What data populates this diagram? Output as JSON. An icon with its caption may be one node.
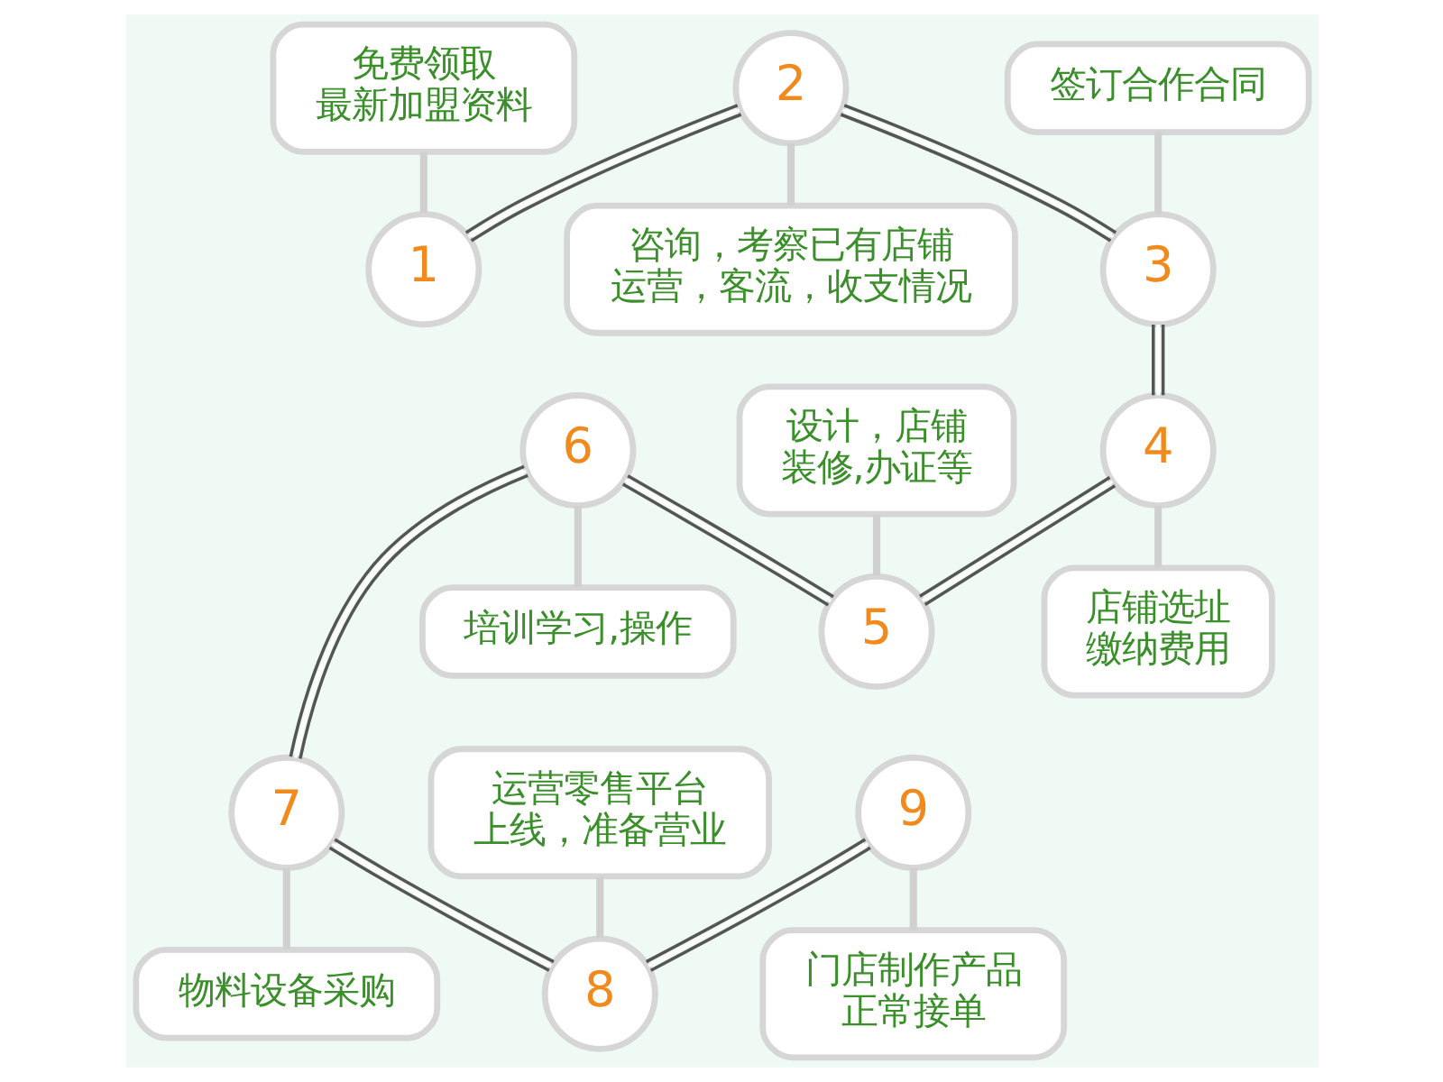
{
  "diagram": {
    "nodes": [
      {
        "text": [
          "1"
        ]
      },
      {
        "text": [
          "免费领取最新加盟资料"
        ]
      },
      {
        "text": [
          "2"
        ]
      },
      {
        "text": [
          "咨询，考察已有店铺运营，客流，收支情况"
        ]
      },
      {
        "text": [
          "3"
        ]
      },
      {
        "text": [
          "签订合作合同"
        ]
      },
      {
        "text": [
          "4"
        ]
      },
      {
        "text": [
          "店铺选址缴纳费用"
        ]
      },
      {
        "text": [
          "5"
        ]
      },
      {
        "text": [
          "设计，店铺装修,办证等"
        ]
      },
      {
        "text": [
          "6"
        ]
      },
      {
        "text": [
          "培训学习,操作"
        ]
      },
      {
        "text": [
          "7"
        ]
      },
      {
        "text": [
          "物料设备采购"
        ]
      },
      {
        "text": [
          "8"
        ]
      },
      {
        "text": [
          "运营零售平台上线，准备营业"
        ]
      },
      {
        "text": [
          "9"
        ]
      },
      {
        "text": [
          "门店制作产品正常接单"
        ]
      }
    ],
    "edges": [
      {
        "from": 1,
        "to": 0,
        "arrow": "none",
        "color": "#d0d0d0"
      },
      {
        "from": 2,
        "to": 0,
        "arrow": "none",
        "color": "#555555"
      },
      {
        "from": 2,
        "to": 3,
        "arrow": "none",
        "color": "#d0d0d0"
      },
      {
        "from": 2,
        "to": 4,
        "arrow": "none",
        "color": "#555555"
      },
      {
        "from": 5,
        "to": 4,
        "arrow": "none",
        "color": "#d0d0d0"
      },
      {
        "from": 4,
        "to": 6,
        "arrow": "none",
        "color": "#555555"
      },
      {
        "from": 6,
        "to": 8,
        "arrow": "none",
        "color": "#555555"
      },
      {
        "from": 6,
        "to": 7,
        "arrow": "none",
        "color": "#d0d0d0"
      },
      {
        "from": 9,
        "to": 8,
        "arrow": "none",
        "color": "#d0d0d0"
      },
      {
        "from": 10,
        "to": 12,
        "arrow": "none",
        "color": "#555555"
      },
      {
        "from": 10,
        "to": 11,
        "arrow": "none",
        "color": "#d0d0d0"
      },
      {
        "from": 10,
        "to": 8,
        "arrow": "none",
        "color": "#555555"
      },
      {
        "from": 12,
        "to": 13,
        "arrow": "none",
        "color": "#d0d0d0"
      },
      {
        "from": 12,
        "to": 14,
        "arrow": "none",
        "color": "#555555"
      },
      {
        "from": 15,
        "to": 14,
        "arrow": "none",
        "color": "#d0d0d0"
      },
      {
        "from": 16,
        "to": 14,
        "arrow": "none",
        "color": "#555555"
      },
      {
        "from": 16,
        "to": 17,
        "arrow": "none",
        "color": "#d0d0d0"
      }
    ]
  }
}
